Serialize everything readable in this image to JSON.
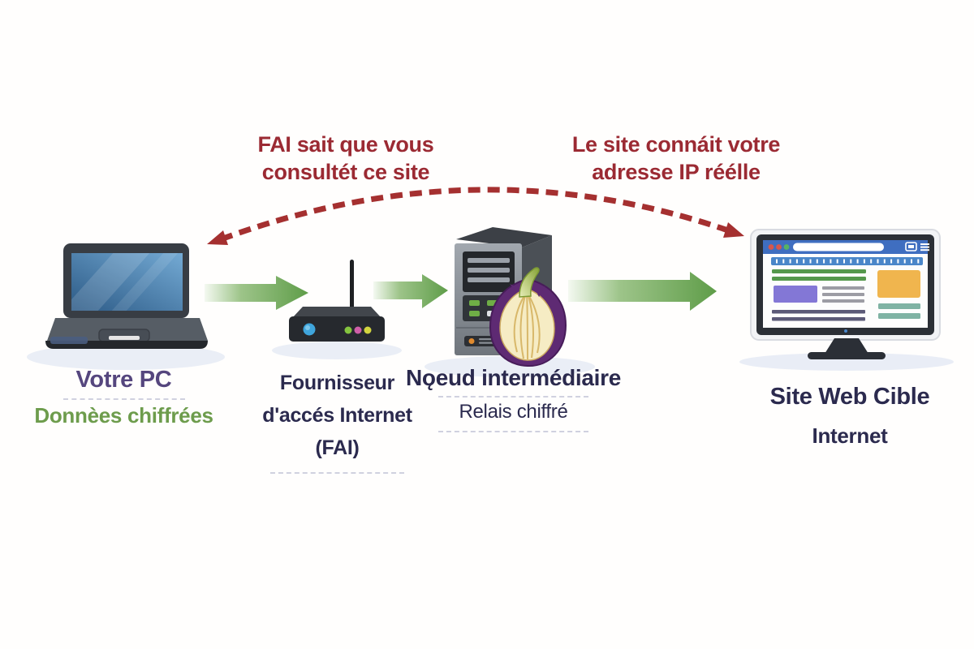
{
  "annotations": {
    "isp_observation": {
      "line1": "FAI sait que vous",
      "line2": "consultét ce site"
    },
    "site_observation": {
      "line1": "Le site connáit votre",
      "line2": "adresse IP réélle"
    }
  },
  "nodes": {
    "pc": {
      "title": "Votre PC",
      "subtitle": "Donnèes chiffrées"
    },
    "isp": {
      "line1": "Fournisseur",
      "line2": "d'accés Internet",
      "line3": "(FAI)"
    },
    "relay": {
      "title": "Nǫeud intermédiaire",
      "subtitle": "Relais chiffré"
    },
    "site": {
      "title": "Site Web Cible",
      "subtitle": "Internet"
    }
  },
  "icons": {
    "pc": "laptop-icon",
    "isp": "wifi-router-icon",
    "relay": "server-tower-icon",
    "relay_overlay": "tor-onion-icon",
    "site": "desktop-monitor-icon",
    "flow": "green-arrow-icon",
    "leak": "red-dashed-arc-icon"
  },
  "colors": {
    "annotation_red": "#9b2a33",
    "arc_red": "#a53030",
    "arrow_green": "#5f9d49",
    "pc_title_purple": "#55467e",
    "encrypted_green": "#6d9c4c",
    "label_navy": "#2b2a4e",
    "onion_purple": "#5e2a73",
    "background": "#fffefd"
  }
}
